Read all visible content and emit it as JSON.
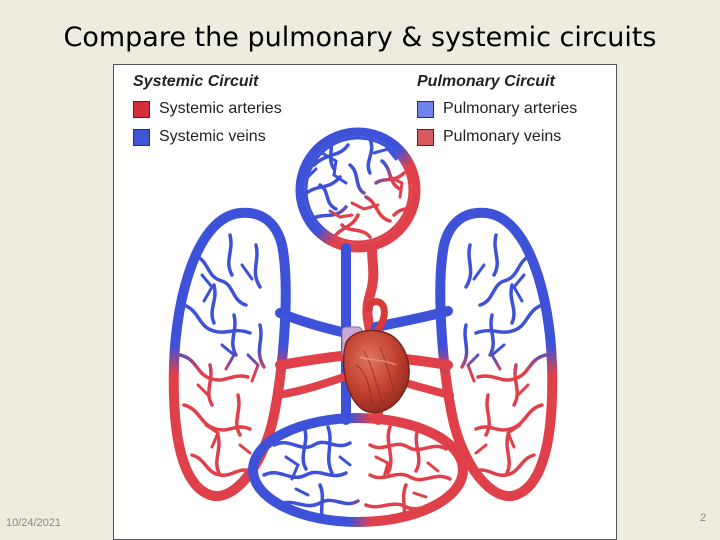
{
  "slide": {
    "title": "Compare the pulmonary & systemic circuits",
    "date": "10/24/2021",
    "page_number": "2"
  },
  "legend": {
    "systemic": {
      "heading": "Systemic Circuit",
      "items": [
        {
          "label": "Systemic arteries",
          "color": "#d62d3a"
        },
        {
          "label": "Systemic veins",
          "color": "#3e55d6"
        }
      ]
    },
    "pulmonary": {
      "heading": "Pulmonary Circuit",
      "items": [
        {
          "label": "Pulmonary arteries",
          "color": "#6f83e8"
        },
        {
          "label": "Pulmonary veins",
          "color": "#d85a60"
        }
      ]
    }
  },
  "colors": {
    "arterial_red": "#e0404a",
    "venous_blue": "#3d52d8",
    "heart": "#c8473a",
    "slide_background": "#eeece1"
  }
}
